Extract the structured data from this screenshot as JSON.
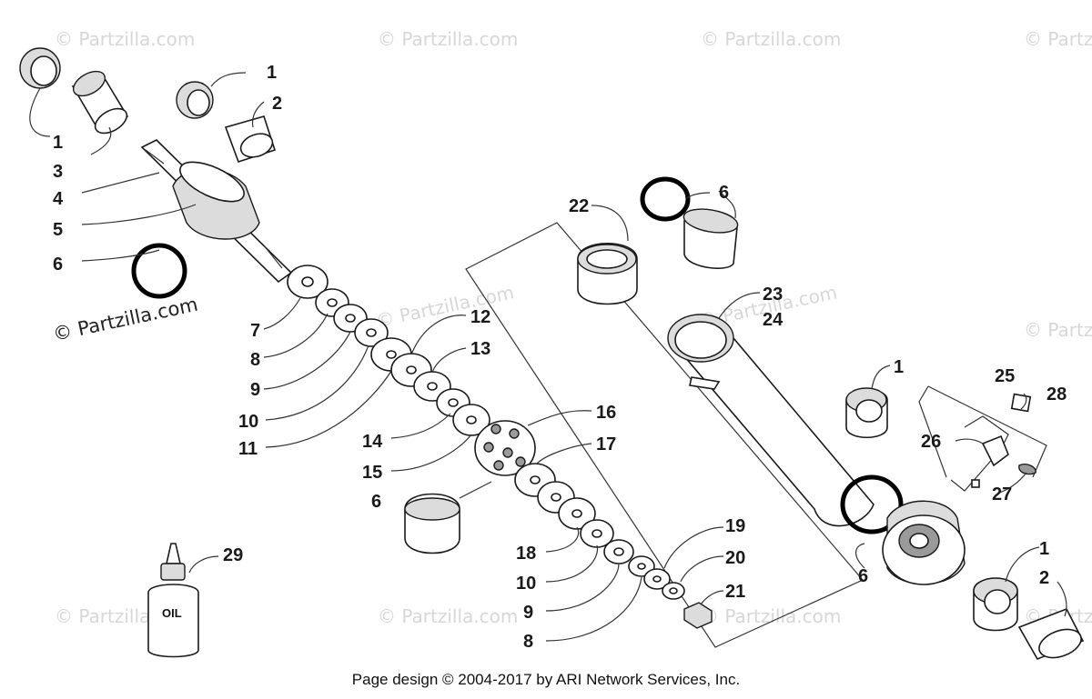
{
  "watermark": "© Partzilla.com",
  "footer": "Page design © 2004-2017 by ARI Network Services, Inc.",
  "oil_label": "OIL",
  "callouts": {
    "c1a": "1",
    "c1b": "1",
    "c1c": "1",
    "c1d": "1",
    "c2a": "2",
    "c2b": "2",
    "c3": "3",
    "c4": "4",
    "c5": "5",
    "c6a": "6",
    "c6b": "6",
    "c6c": "6",
    "c6d": "6",
    "c7": "7",
    "c8a": "8",
    "c8b": "8",
    "c9a": "9",
    "c9b": "9",
    "c10a": "10",
    "c10b": "10",
    "c11": "11",
    "c12": "12",
    "c13": "13",
    "c14": "14",
    "c15": "15",
    "c16": "16",
    "c17": "17",
    "c18": "18",
    "c19": "19",
    "c20": "20",
    "c21": "21",
    "c22": "22",
    "c23": "23",
    "c24": "24",
    "c25": "25",
    "c26": "26",
    "c27": "27",
    "c28": "28",
    "c29": "29"
  }
}
